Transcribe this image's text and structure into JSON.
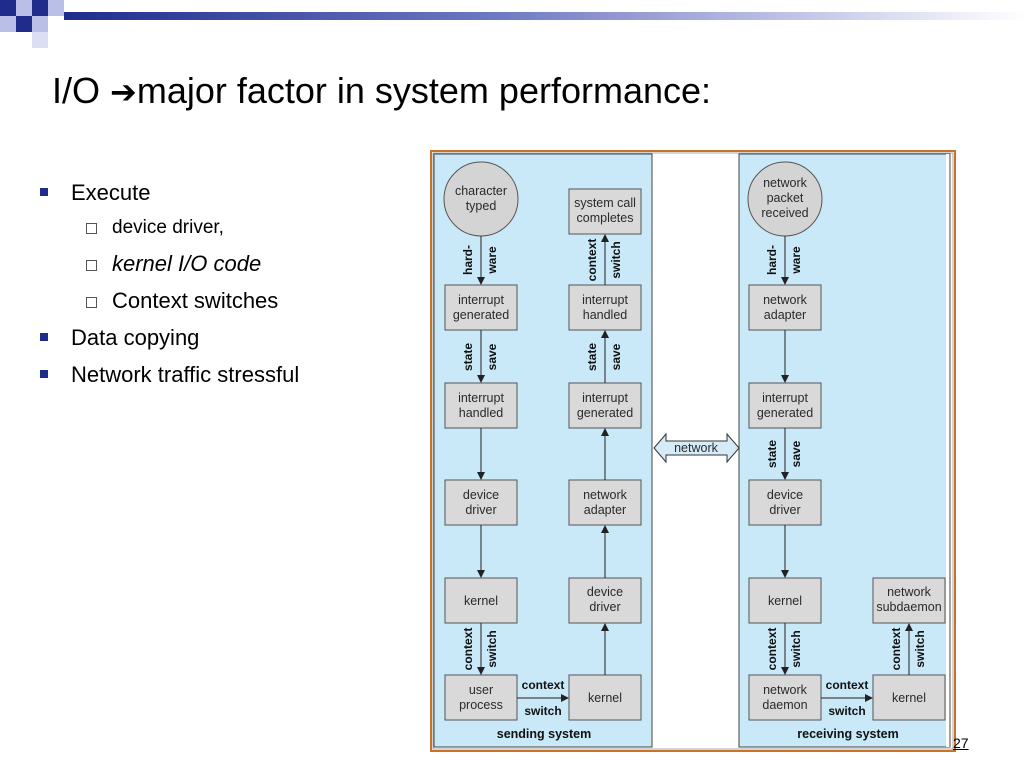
{
  "slide": {
    "title_pre": "I/O ",
    "title_arrow": "➔",
    "title_post": "major factor in system performance:",
    "page_number": "27"
  },
  "bullets": [
    {
      "text": "Execute",
      "level": 1,
      "italic": false
    },
    {
      "text": "device driver,",
      "level": 2,
      "italic": false
    },
    {
      "text": "kernel I/O code",
      "level": 2,
      "italic": true
    },
    {
      "text": "Context switches",
      "level": 2,
      "italic": false
    },
    {
      "text": "Data copying",
      "level": 1,
      "italic": false
    },
    {
      "text": "Network traffic stressful",
      "level": 1,
      "italic": false
    }
  ],
  "diagram": {
    "sending_label": "sending system",
    "receiving_label": "receiving system",
    "network_label": "network",
    "nodes": {
      "character_typed": [
        "character",
        "typed"
      ],
      "interrupt_generated_s": [
        "interrupt",
        "generated"
      ],
      "interrupt_handled_s": [
        "interrupt",
        "handled"
      ],
      "device_driver_s": [
        "device",
        "driver"
      ],
      "kernel_s": [
        "kernel"
      ],
      "user_process": [
        "user",
        "process"
      ],
      "system_call_completes": [
        "system call",
        "completes"
      ],
      "interrupt_handled_s2": [
        "interrupt",
        "handled"
      ],
      "interrupt_generated_s2": [
        "interrupt",
        "generated"
      ],
      "network_adapter_s": [
        "network",
        "adapter"
      ],
      "device_driver_s2": [
        "device",
        "driver"
      ],
      "kernel_s2": [
        "kernel"
      ],
      "network_packet_received": [
        "network",
        "packet",
        "received"
      ],
      "network_adapter_r": [
        "network",
        "adapter"
      ],
      "interrupt_generated_r": [
        "interrupt",
        "generated"
      ],
      "device_driver_r": [
        "device",
        "driver"
      ],
      "kernel_r": [
        "kernel"
      ],
      "network_daemon": [
        "network",
        "daemon"
      ],
      "network_subdaemon": [
        "network",
        "subdaemon"
      ],
      "kernel_r2": [
        "kernel"
      ]
    },
    "edge_labels": {
      "hard": "hard-",
      "ware": "ware",
      "context": "context",
      "switch": "switch",
      "state": "state",
      "save": "save"
    },
    "colors": {
      "panel_bg": "#c9e8f8",
      "box_fill": "#d9d9d9",
      "circle_fill": "#d4d4d4",
      "frame_border": "#c8732a",
      "bullet_marker": "#1f2c8c"
    }
  }
}
